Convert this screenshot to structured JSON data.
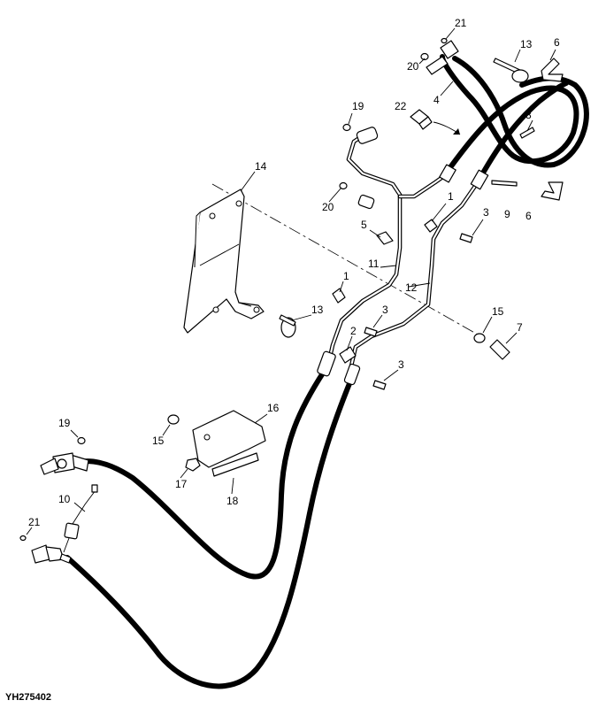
{
  "reference_code": "YH275402",
  "callouts": [
    {
      "id": "c21a",
      "text": "21"
    },
    {
      "id": "c13a",
      "text": "13"
    },
    {
      "id": "c6a",
      "text": "6"
    },
    {
      "id": "c20a",
      "text": "20"
    },
    {
      "id": "c4",
      "text": "4"
    },
    {
      "id": "c19a",
      "text": "19"
    },
    {
      "id": "c22",
      "text": "22"
    },
    {
      "id": "c8",
      "text": "8"
    },
    {
      "id": "c14",
      "text": "14"
    },
    {
      "id": "c1a",
      "text": "1"
    },
    {
      "id": "c20b",
      "text": "20"
    },
    {
      "id": "c9",
      "text": "9"
    },
    {
      "id": "c3a",
      "text": "3"
    },
    {
      "id": "c6b",
      "text": "6"
    },
    {
      "id": "c5",
      "text": "5"
    },
    {
      "id": "c11",
      "text": "11"
    },
    {
      "id": "c1b",
      "text": "1"
    },
    {
      "id": "c12",
      "text": "12"
    },
    {
      "id": "c13b",
      "text": "13"
    },
    {
      "id": "c3b",
      "text": "3"
    },
    {
      "id": "c15a",
      "text": "15"
    },
    {
      "id": "c7",
      "text": "7"
    },
    {
      "id": "c2",
      "text": "2"
    },
    {
      "id": "c3c",
      "text": "3"
    },
    {
      "id": "c16",
      "text": "16"
    },
    {
      "id": "c19b",
      "text": "19"
    },
    {
      "id": "c15b",
      "text": "15"
    },
    {
      "id": "c17",
      "text": "17"
    },
    {
      "id": "c18",
      "text": "18"
    },
    {
      "id": "c10",
      "text": "10"
    },
    {
      "id": "c21b",
      "text": "21"
    }
  ]
}
